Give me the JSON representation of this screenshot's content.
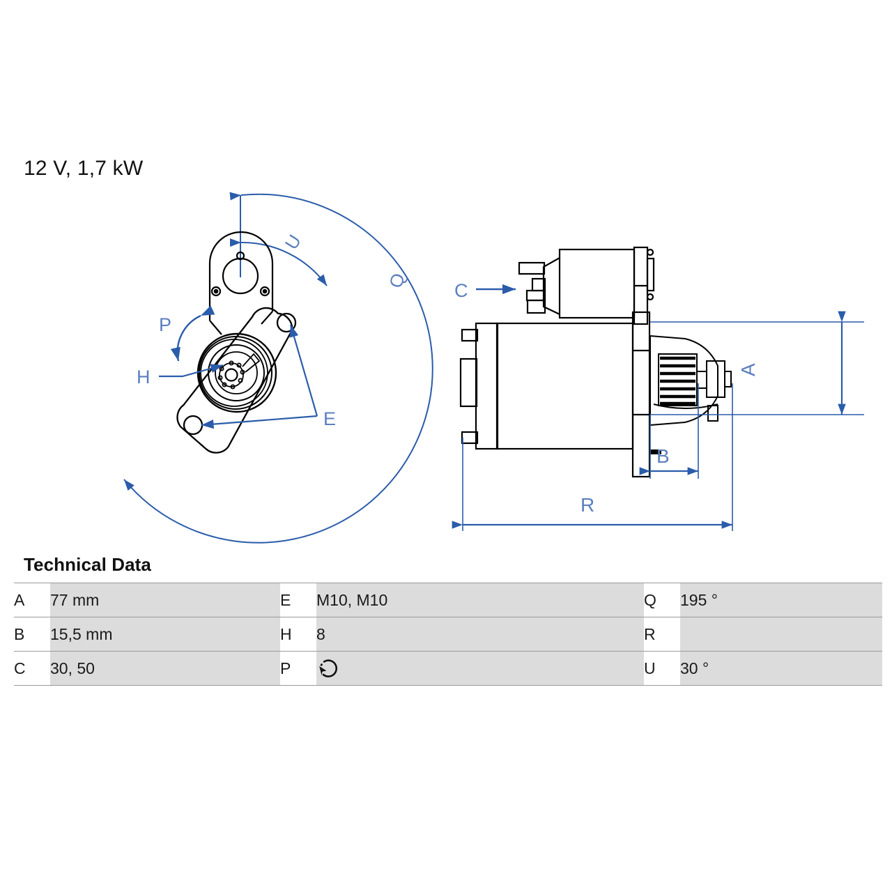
{
  "header": {
    "spec": "12 V, 1,7 kW"
  },
  "drawing": {
    "front_view": {
      "labels": {
        "u": "U",
        "q": "Q",
        "p": "P",
        "h": "H",
        "e": "E"
      }
    },
    "side_view": {
      "labels": {
        "c": "C",
        "a": "A",
        "b": "B",
        "r": "R"
      }
    },
    "line_color": "#2a5caa",
    "outline_color": "#000000"
  },
  "tech_data": {
    "heading": "Technical Data",
    "rows": [
      {
        "k1": "A",
        "v1": "77 mm",
        "k2": "E",
        "v2": "M10, M10",
        "k3": "Q",
        "v3": "195 °"
      },
      {
        "k1": "B",
        "v1": "15,5 mm",
        "k2": "H",
        "v2": "8",
        "k3": "R",
        "v3": ""
      },
      {
        "k1": "C",
        "v1": "30, 50",
        "k2": "P",
        "v2": "",
        "k3": "U",
        "v3": "30 °"
      }
    ],
    "p_icon": "rotation-counterclockwise-icon"
  }
}
